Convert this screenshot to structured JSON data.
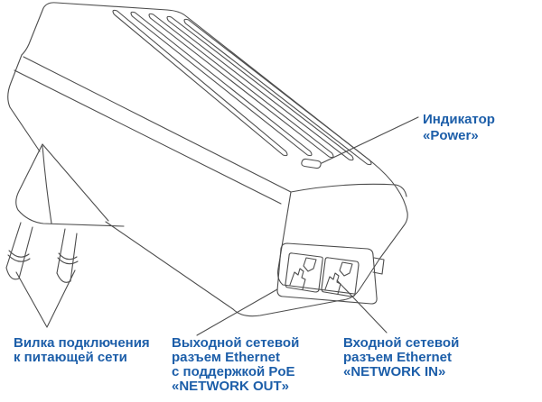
{
  "figure": {
    "type": "technical-line-diagram",
    "background": "#ffffff",
    "stroke_color": "#4d4d4d",
    "label_color": "#1c5ea9",
    "parts": [
      "adapter-body",
      "top-ventilation-grooves",
      "power-led-indicator",
      "eu-mains-plug-pins",
      "rj45-jack-network-out",
      "rj45-jack-network-in"
    ],
    "labels": {
      "power_indicator": "Индикатор\n«Power»",
      "mains_plug": "Вилка подключения\nк питающей сети",
      "network_out": "Выходной сетевой\nразъем Ethernet\nс поддержкой PoE\n«NETWORK OUT»",
      "network_in": "Входной сетевой\nразъем Ethernet\n«NETWORK IN»"
    }
  }
}
